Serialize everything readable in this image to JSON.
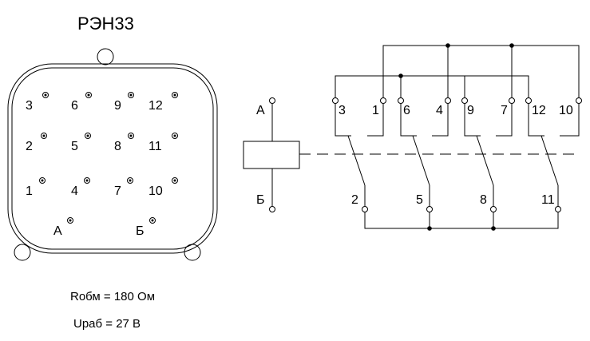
{
  "relay_name": "РЭН33",
  "params": {
    "resistance": "Rобм = 180 Ом",
    "voltage": "Uраб = 27 В"
  },
  "pins": {
    "p1": "1",
    "p2": "2",
    "p3": "3",
    "p4": "4",
    "p5": "5",
    "p6": "6",
    "p7": "7",
    "p8": "8",
    "p9": "9",
    "p10": "10",
    "p11": "11",
    "p12": "12",
    "a": "А",
    "b": "Б"
  }
}
